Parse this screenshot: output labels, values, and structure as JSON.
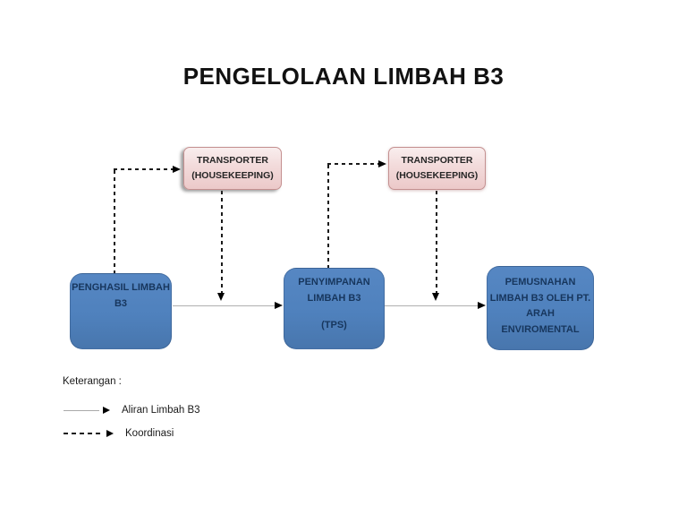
{
  "title": "PENGELOLAAN LIMBAH B3",
  "nodes": {
    "transporter_left": {
      "line1": "TRANSPORTER",
      "line2": "(HOUSEKEEPING)"
    },
    "transporter_right": {
      "line1": "TRANSPORTER",
      "line2": "(HOUSEKEEPING)"
    },
    "penghasil": {
      "line1": "PENGHASIL LIMBAH",
      "line2": "B3"
    },
    "penyimpanan": {
      "line1": "PENYIMPANAN",
      "line2": "LIMBAH B3",
      "line3": "(TPS)"
    },
    "pemusnahan": {
      "line1": "PEMUSNAHAN",
      "line2": "LIMBAH B3 OLEH PT.",
      "line3": "ARAH ENVIROMENTAL"
    }
  },
  "legend": {
    "heading": "Keterangan :",
    "items": [
      {
        "label": "Aliran Limbah B3",
        "line_style": "solid"
      },
      {
        "label": "Koordinasi",
        "line_style": "dashed"
      }
    ]
  },
  "colors": {
    "blue_node_fill": "#4f81bd",
    "blue_node_text": "#17365d",
    "pink_node_fill": "#efcdcd",
    "pink_node_border": "#c49090",
    "flow_line": "#b0b0b0",
    "coordination_line": "#1a1a1a"
  }
}
